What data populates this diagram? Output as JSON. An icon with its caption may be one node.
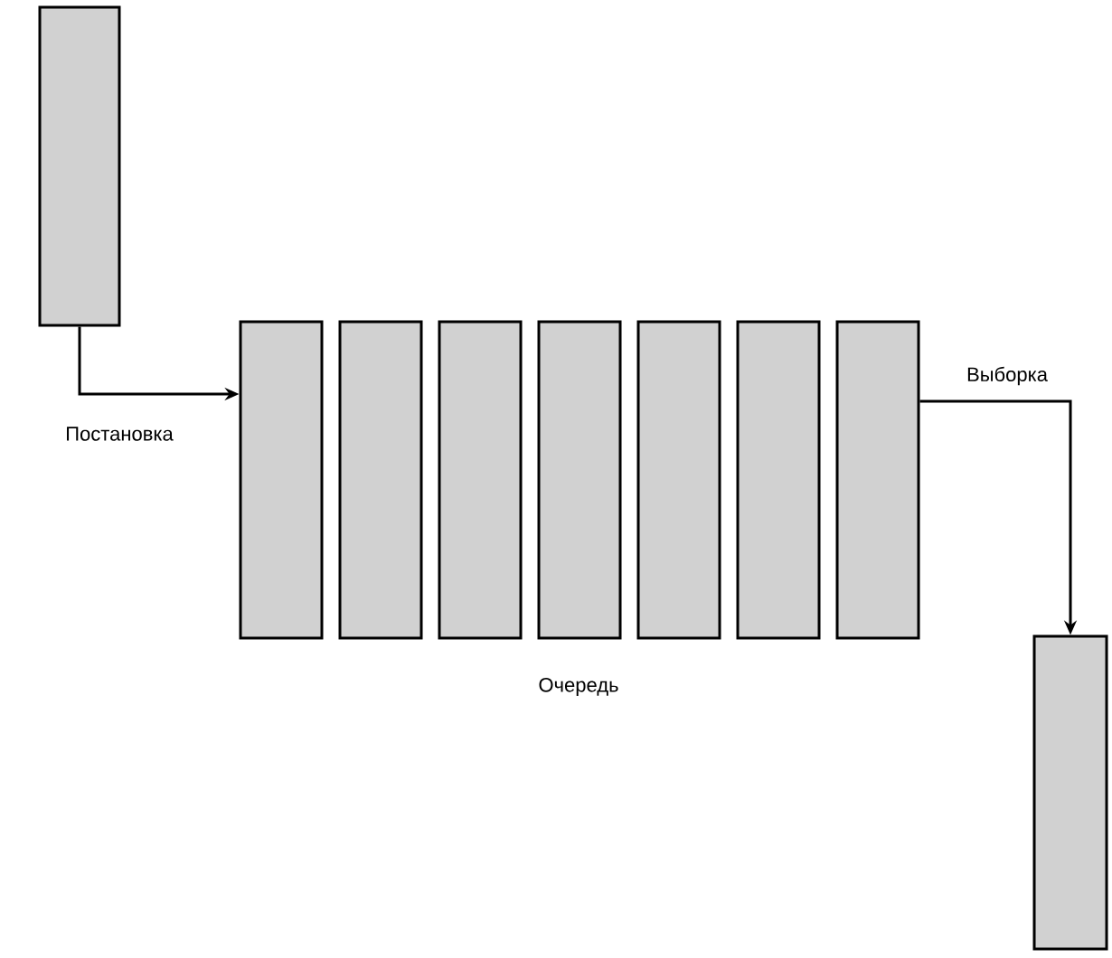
{
  "diagram": {
    "nodes": [
      {
        "text": [],
        "shape": "box"
      },
      {
        "text": [],
        "shape": "box"
      },
      {
        "text": [],
        "shape": "box"
      },
      {
        "text": [],
        "shape": "box"
      },
      {
        "text": [],
        "shape": "box"
      },
      {
        "text": [],
        "shape": "box"
      },
      {
        "text": [],
        "shape": "box"
      },
      {
        "text": [],
        "shape": "box"
      },
      {
        "text": [],
        "shape": "box"
      }
    ],
    "edges": [
      {
        "from": 0,
        "to": 1,
        "arrow": "to",
        "label": "Постановка"
      },
      {
        "from": 7,
        "to": 8,
        "arrow": "to",
        "label": "Выборка"
      }
    ],
    "labels": [
      "Очередь"
    ]
  }
}
